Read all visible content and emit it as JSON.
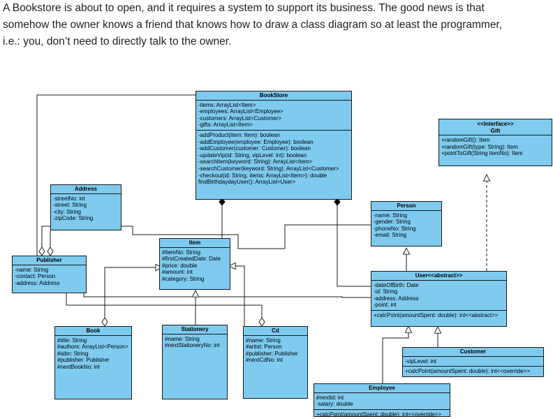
{
  "intro": {
    "line1": "A Bookstore is about to open, and it requires a system to support its business. The good news is that",
    "line2": "somehow the owner knows a friend that knows how to draw a class diagram so at least the programmer,",
    "line3": "i.e.: you, don’t need to directly talk to the owner."
  },
  "classes": {
    "bookstore": {
      "title": "BookStore",
      "attributes": [
        "-items: ArrayList<Item>",
        "-employees: ArrayList<Employee>",
        "-customers: ArrayList<Customer>",
        "-gifts: ArrayList<Item>"
      ],
      "methods": [
        "-addProduct(item: Item): boolean",
        "-addEmployee(employee: Employee): boolean",
        "-addCustomer(customer: Customer): boolean",
        "-updateVip(id: String, vipLevel: int): boolean",
        "-searchItem(keyword: String): ArrayList<Item>",
        "-searchCustomer(keyword: String): ArrayList<Customer>",
        "-checkout(id: String, items: ArrayList<Item>): double",
        "findBirthdaydayUser(): ArrayList<User>"
      ]
    },
    "gift": {
      "stereotype": "<<Interface>>",
      "title": "Gift",
      "methods": [
        "+randomGift(): Item",
        "+randomGift(type: String): Item",
        "+pointToGift(String itemNo): Item"
      ]
    },
    "address": {
      "title": "Address",
      "attributes": [
        "-streetNo: int",
        "-street: String",
        "-city: String",
        "-zipCode: String"
      ]
    },
    "person": {
      "title": "Person",
      "attributes": [
        "-name: String",
        "-gender: String",
        "-phoneNo: String",
        "-email: String"
      ]
    },
    "item": {
      "title": "Item",
      "attributes": [
        "#itemNo: String",
        "#firstCreatedDate: Date",
        "#price: double",
        "#amount: int",
        "#category: String"
      ]
    },
    "publisher": {
      "title": "Publisher",
      "attributes": [
        "-name: String",
        "-contact: Person",
        "-address: Address"
      ]
    },
    "user": {
      "title": "User<<abstract>>",
      "attributes": [
        "-dateOfBirth: Date",
        "-id: String",
        "-address: Address",
        "-point: int"
      ],
      "methods": [
        "+calcPoint(amountSpent: double): int<<abstract>>"
      ]
    },
    "book": {
      "title": "Book",
      "attributes": [
        "#title: String",
        "#authors: ArrayList<Person>",
        "#isbn: String",
        "#publisher: Publisher",
        "#nextBookNo: int"
      ]
    },
    "stationery": {
      "title": "Stationery",
      "attributes": [
        "#name: String",
        "#nextStationeryNo: int"
      ]
    },
    "cd": {
      "title": "Cd",
      "attributes": [
        "#name: String",
        "#artist: Person",
        "#publisher: Publisher",
        "#nextCdNo: int"
      ]
    },
    "customer": {
      "title": "Customer",
      "attributes": [
        "-vipLevel: int"
      ],
      "methods": [
        "+calcPoint(amountSpent: double): int<<override>>"
      ]
    },
    "employee": {
      "title": "Employee",
      "attributes": [
        "#nextId: int",
        "-salary: double"
      ],
      "methods": [
        "+calcPoint(amountSpent: double): int<<override>>"
      ]
    }
  },
  "colors": {
    "class_fill": "#7ecbef",
    "line": "#1a1a1a"
  }
}
